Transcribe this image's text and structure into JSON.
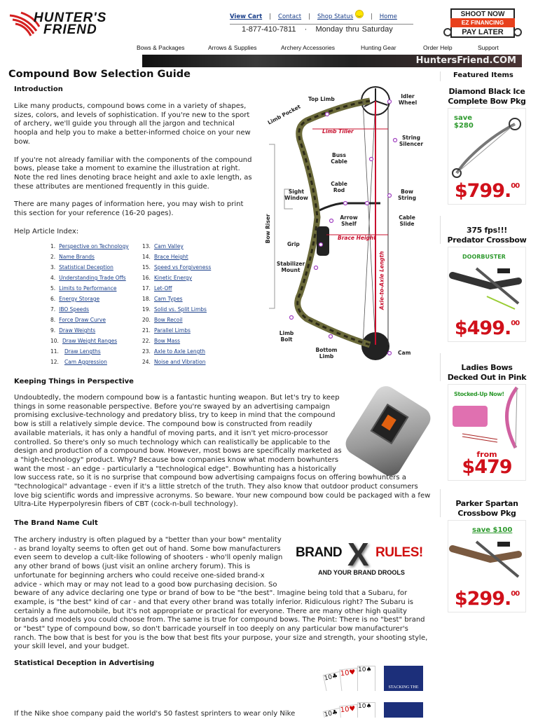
{
  "header": {
    "logo_text": [
      "HUNTER'S",
      "FRIEND"
    ],
    "top_links": [
      "View Cart",
      "Contact",
      "Shop Status",
      "Home"
    ],
    "phone": "1-877-410-7811",
    "phone_sep": "·",
    "hours": "Monday thru Saturday",
    "promo": {
      "line1": "SHOOT NOW",
      "line2": "EZ FINANCING",
      "line3": "PAY LATER"
    },
    "nav": [
      "Bows & Packages",
      "Arrows & Supplies",
      "Archery Accessories",
      "Hunting Gear",
      "Order Help",
      "Support"
    ],
    "banner_text": "HuntersFriend.COM"
  },
  "main": {
    "title": "Compound Bow Selection Guide",
    "intro": {
      "heading": "Introduction",
      "paragraphs": [
        "Like many products, compound bows come in a variety of shapes, sizes, colors, and levels of sophistication. If you're new to the sport of archery, we'll guide you through all the jargon and technical hoopla and help you to make a better-informed choice on your new bow.",
        "If you're not already familiar with the components of the compound bows, please take a moment to examine the illustration at right. Note the red lines denoting brace height and axle to axle length, as these attributes are mentioned frequently in this guide.",
        "There are many pages of information here, you may wish to print this section for your reference (16-20 pages).",
        "Help Article Index:"
      ]
    },
    "index": [
      {
        "n": "1.",
        "label": "Perspective on Technology"
      },
      {
        "n": "2.",
        "label": "Name Brands"
      },
      {
        "n": "3.",
        "label": "Statistical Deception"
      },
      {
        "n": "4.",
        "label": "Understanding Trade Offs"
      },
      {
        "n": "5.",
        "label": "Limits to Performance"
      },
      {
        "n": "6.",
        "label": "Energy Storage"
      },
      {
        "n": "7.",
        "label": "IBO Speeds"
      },
      {
        "n": "8.",
        "label": "Force Draw Curve"
      },
      {
        "n": "9.",
        "label": "Draw Weights"
      },
      {
        "n": "10.",
        "label": "Draw Weight Ranges"
      },
      {
        "n": "11.",
        "label": "Draw Lengths"
      },
      {
        "n": "12.",
        "label": "Cam Aggression"
      },
      {
        "n": "13.",
        "label": "Cam Valley"
      },
      {
        "n": "14.",
        "label": "Brace Height"
      },
      {
        "n": "15.",
        "label": "Speed vs Forgiveness"
      },
      {
        "n": "16.",
        "label": "Kinetic Energy"
      },
      {
        "n": "17.",
        "label": "Let-Off"
      },
      {
        "n": "18.",
        "label": "Cam Types"
      },
      {
        "n": "19.",
        "label": "Solid vs. Split Limbs"
      },
      {
        "n": "20.",
        "label": "Bow Recoil"
      },
      {
        "n": "21.",
        "label": "Parallel Limbs"
      },
      {
        "n": "22.",
        "label": "Bow Mass"
      },
      {
        "n": "23.",
        "label": "Axle to Axle Length"
      },
      {
        "n": "24.",
        "label": "Noise and Vibration"
      }
    ],
    "diagram_labels": {
      "top_limb": "Top Limb",
      "idler_wheel": "Idler Wheel",
      "limb_pocket": "Limb Pocket",
      "limb_tiller": "Limb Tiller",
      "string_silencer": "String Silencer",
      "buss_cable": "Buss Cable",
      "cable_rod": "Cable Rod",
      "sight_window": "Sight Window",
      "bow_string": "Bow String",
      "arrow_shelf": "Arrow Shelf",
      "cable_slide": "Cable Slide",
      "bow_riser": "Bow Riser",
      "grip": "Grip",
      "brace_height": "Brace Height",
      "stabilizer_mount": "Stabilizer Mount",
      "axle_to_axle": "Axle-to-Axle Length",
      "limb_bolt": "Limb Bolt",
      "bottom_limb": "Bottom Limb",
      "cam": "Cam"
    },
    "perspective": {
      "heading": "Keeping Things in Perspective",
      "text": "Undoubtedly, the modern compound bow is a fantastic hunting weapon. But let's try to keep things in some reasonable perspective. Before you're swayed by an advertising campaign promising exclusive-technology and predatory bliss, try to keep in mind that the compound bow is still a relatively simple device. The compound bow is constructed from readily available materials, it has only a handful of moving parts, and it isn't yet micro-processor controlled. So there's only so much technology which can realistically be applicable to the design and production of a compound bow.  However, most bows are specifically marketed as a \"high-technology\" product. Why?  Because bow companies know what modern bowhunters want the most - an edge - particularly a \"technological edge\".  Bowhunting has a historically low success rate, so it is no surprise that compound bow advertising campaigns focus on offering bowhunters a \"technological\" advantage - even if it's a little stretch of the truth. They also know that outdoor product consumers love big scientific words and impressive acronyms. So beware. Your new compound bow could be packaged with a few Ultra-Lite Hyperpolyresin fibers of CBT (cock-n-bull technology)."
    },
    "brand": {
      "heading": "The Brand Name Cult",
      "image_text": {
        "left": "BRAND",
        "x": "X",
        "right": "RULES!",
        "sub": "AND YOUR BRAND DROOLS"
      },
      "text": "The archery industry is often plagued by a \"better than your bow\" mentality - as brand loyalty seems to often get out of hand. Some bow manufacturers even seem to develop a cult-like following of shooters - who'll openly malign any other brand of bows (just visit an online archery forum). This is unfortunate for beginning archers who could receive one-sided brand-x advice - which may or may not lead to a good bow purchasing decision. So beware of any advice declaring one type or brand of bow to be \"the best\". Imagine being told that a Subaru, for example, is \"the best\" kind of car - and that every other brand was totally inferior. Ridiculous right? The Subaru is certainly a fine automobile, but it's not appropriate or practical for everyone. There are many other high quality brands and models you could choose from. The same is true for compound bows. The Point: There is no \"best\" brand or \"best\" type of compound bow, so don't barricade yourself in too deeply on any particular bow manufacturer's ranch. The bow that is best for you is the bow that best fits your purpose, your size and strength, your shooting style, your skill level, and your budget."
    },
    "statistical": {
      "heading": "Statistical Deception in Advertising",
      "card_text": "STACKING THE",
      "text": "If the Nike shoe company paid the world's 50 fastest sprinters to wear only Nike"
    }
  },
  "sidebar": {
    "heading": "Featured Items",
    "products": [
      {
        "title1": "Diamond Black Ice",
        "title2": "Complete Bow Pkg",
        "badge": "save\n$280",
        "from": "",
        "price": "$799.",
        "cents": "00"
      },
      {
        "title1": "375 fps!!!",
        "title2": "Predator Crossbow",
        "badge": "DOORBUSTER",
        "from": "",
        "price": "$499.",
        "cents": "00"
      },
      {
        "title1": "Ladies Bows",
        "title2": "Decked Out in Pink",
        "badge": "Stocked-Up Now!",
        "from": "from",
        "price": "$479",
        "cents": ""
      },
      {
        "title1": "Parker Spartan",
        "title2": "Crossbow Pkg",
        "badge": "save $100",
        "from": "",
        "price": "$299.",
        "cents": "00"
      }
    ]
  },
  "colors": {
    "link": "#1a3f8a",
    "price_red": "#d0101a",
    "promo_orange": "#e8401c",
    "badge_green": "#2e9a2e",
    "diagram_red": "#c8102e"
  }
}
